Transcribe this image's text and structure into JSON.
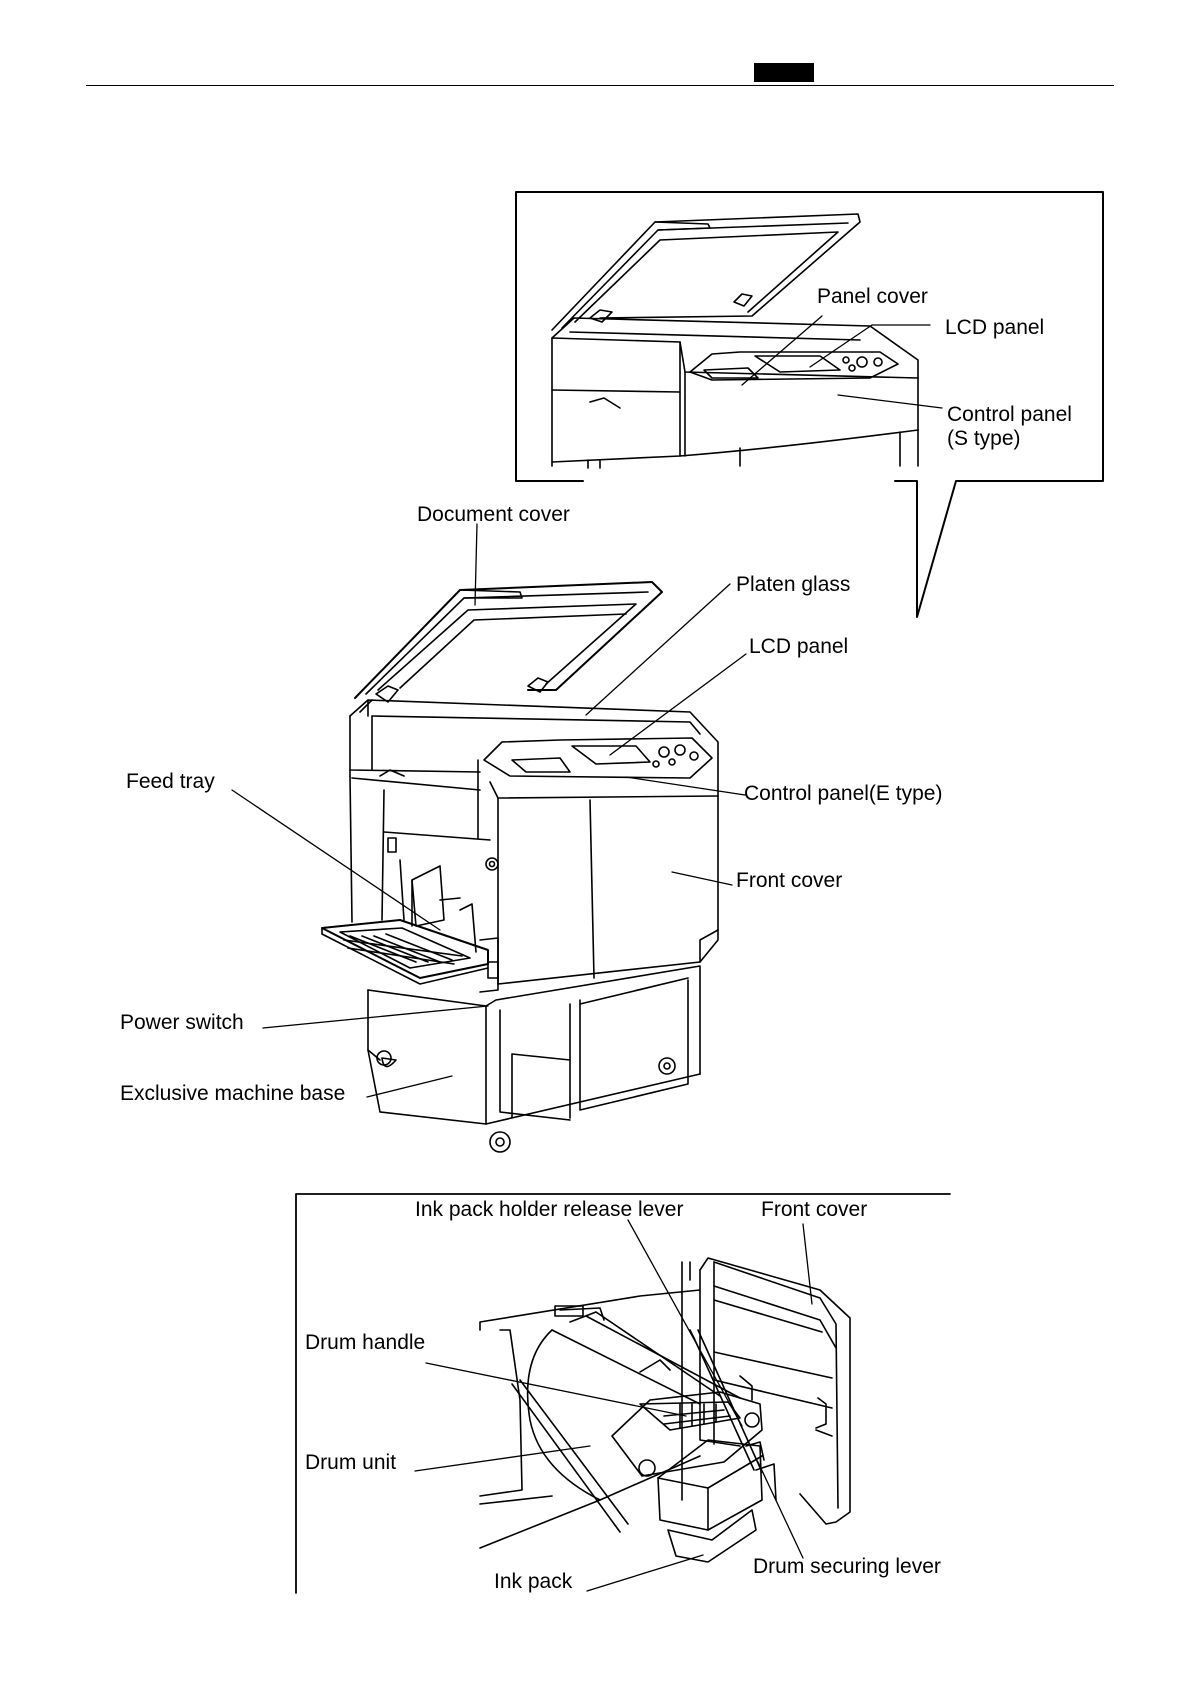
{
  "inset_top": {
    "panel_cover": "Panel cover",
    "lcd_panel": "LCD panel",
    "control_panel_s": "Control panel\n(S type)"
  },
  "main": {
    "document_cover": "Document cover",
    "platen_glass": "Platen glass",
    "lcd_panel": "LCD panel",
    "feed_tray": "Feed tray",
    "control_panel_e": "Control panel(E type)",
    "front_cover": "Front cover",
    "power_switch": "Power switch",
    "machine_base": "Exclusive machine base"
  },
  "inset_bottom": {
    "ink_pack_holder_release_lever": "Ink pack holder release lever",
    "front_cover": "Front cover",
    "drum_handle": "Drum handle",
    "drum_unit": "Drum unit",
    "ink_pack": "Ink pack",
    "drum_securing_lever": "Drum securing lever"
  }
}
